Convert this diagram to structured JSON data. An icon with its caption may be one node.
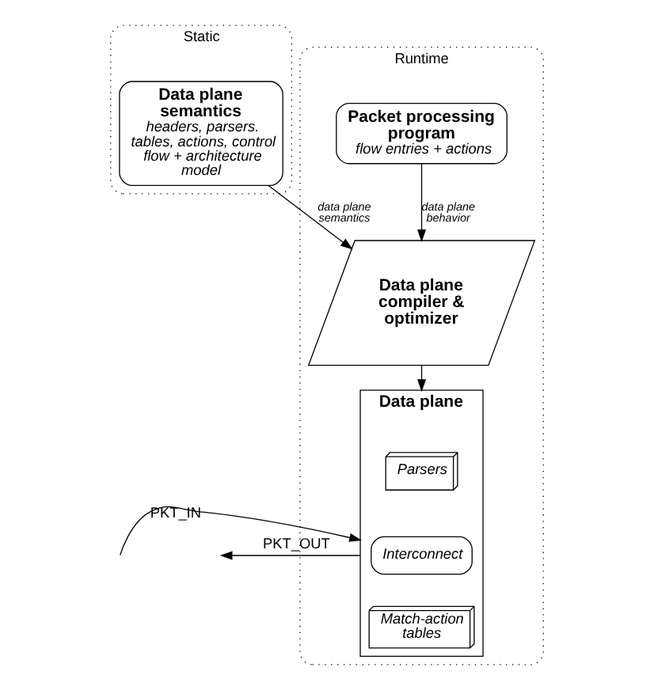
{
  "diagram": {
    "nodes": [
      {
        "text": [
          "Static"
        ]
      },
      {
        "text": [
          "Data plane semantics",
          "headers, parsers. tables, actions, control flow + architecture model"
        ],
        "in": 0
      },
      {
        "text": [
          "Runtime"
        ]
      },
      {
        "text": [
          "Packet processing program",
          "flow entries + actions"
        ],
        "in": 2
      },
      {
        "text": [
          "Data plane compiler & optimizer"
        ],
        "in": 2
      },
      {
        "text": [
          "Data plane"
        ],
        "in": 2
      },
      {
        "text": [
          "Parsers"
        ],
        "in": 5
      },
      {
        "text": [
          "Interconnect"
        ],
        "in": 5
      },
      {
        "text": [
          "Match-action tables"
        ],
        "in": 5
      }
    ],
    "edges": [
      {
        "from": 1,
        "to": 4,
        "arrow": "to",
        "label": "data plane semantics"
      },
      {
        "from": 3,
        "to": 4,
        "arrow": "to",
        "label": "data plane behavior"
      },
      {
        "from": 4,
        "to": 5,
        "arrow": "to"
      },
      {
        "from": null,
        "to": 5,
        "arrow": "to",
        "label": "PKT_IN"
      },
      {
        "from": 5,
        "to": null,
        "arrow": "to",
        "label": "PKT_OUT"
      }
    ]
  }
}
